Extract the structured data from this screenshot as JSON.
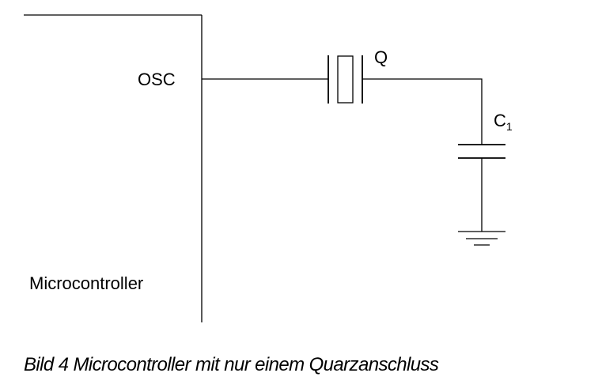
{
  "labels": {
    "osc": "OSC",
    "crystal": "Q",
    "capacitor_main": "C",
    "capacitor_sub": "1",
    "mcu": "Microcontroller"
  },
  "caption": "Bild 4 Microcontroller mit nur einem Quarzanschluss"
}
